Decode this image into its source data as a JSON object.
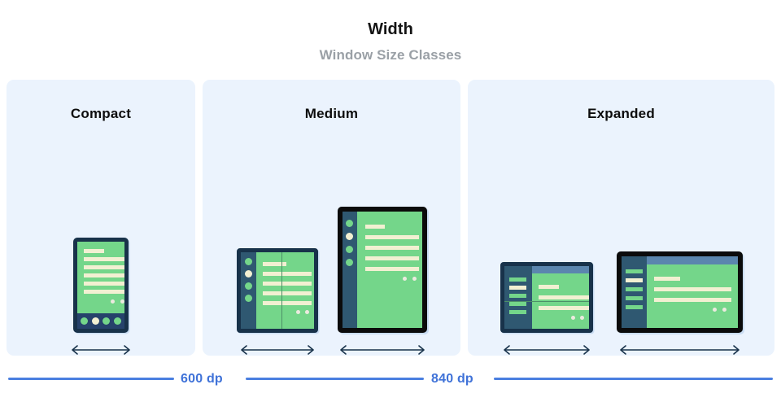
{
  "header": {
    "title": "Width",
    "subtitle": "Window Size Classes"
  },
  "colors": {
    "panel_bg": "#ebf3fd",
    "screen_green": "#74d68a",
    "content_cream": "#f2f0d2",
    "frame_navy": "#18324a",
    "frame_black": "#0b0b0b",
    "rail_blue": "#2f5871",
    "topbar_blue": "#5b86ae",
    "accent_blue": "#3f72d8",
    "title_black": "#131313",
    "subtitle_gray": "#9aa0a6"
  },
  "panels": [
    {
      "id": "compact",
      "label": "Compact",
      "devices": [
        {
          "id": "phone",
          "type": "phone",
          "nav_dots": [
            "green",
            "cream",
            "green",
            "green"
          ],
          "lines": 6,
          "dots": 2,
          "arrow": "double-headed-arrow"
        }
      ]
    },
    {
      "id": "medium",
      "label": "Medium",
      "devices": [
        {
          "id": "foldable-portrait",
          "type": "foldable-portrait",
          "rail_circles": [
            "green",
            "cream",
            "green",
            "green"
          ],
          "lines": 5,
          "dots": 2,
          "fold": "vertical",
          "arrow": "double-headed-arrow"
        },
        {
          "id": "tablet-portrait",
          "type": "tablet-portrait",
          "rail_circles": [
            "green",
            "cream",
            "green",
            "green"
          ],
          "lines": 5,
          "dots": 2,
          "arrow": "double-headed-arrow"
        }
      ]
    },
    {
      "id": "expanded",
      "label": "Expanded",
      "devices": [
        {
          "id": "foldable-landscape",
          "type": "foldable-landscape",
          "rail_bars": [
            "green",
            "cream",
            "green",
            "green",
            "green"
          ],
          "lines": 3,
          "dots": 2,
          "fold": "horizontal",
          "arrow": "double-headed-arrow"
        },
        {
          "id": "tablet-landscape",
          "type": "tablet-landscape",
          "rail_bars": [
            "green",
            "cream",
            "green",
            "green",
            "green"
          ],
          "lines": 3,
          "dots": 2,
          "arrow": "double-headed-arrow"
        }
      ]
    }
  ],
  "breakpoints": [
    {
      "id": "bp-600",
      "label": "600 dp"
    },
    {
      "id": "bp-840",
      "label": "840 dp"
    }
  ]
}
